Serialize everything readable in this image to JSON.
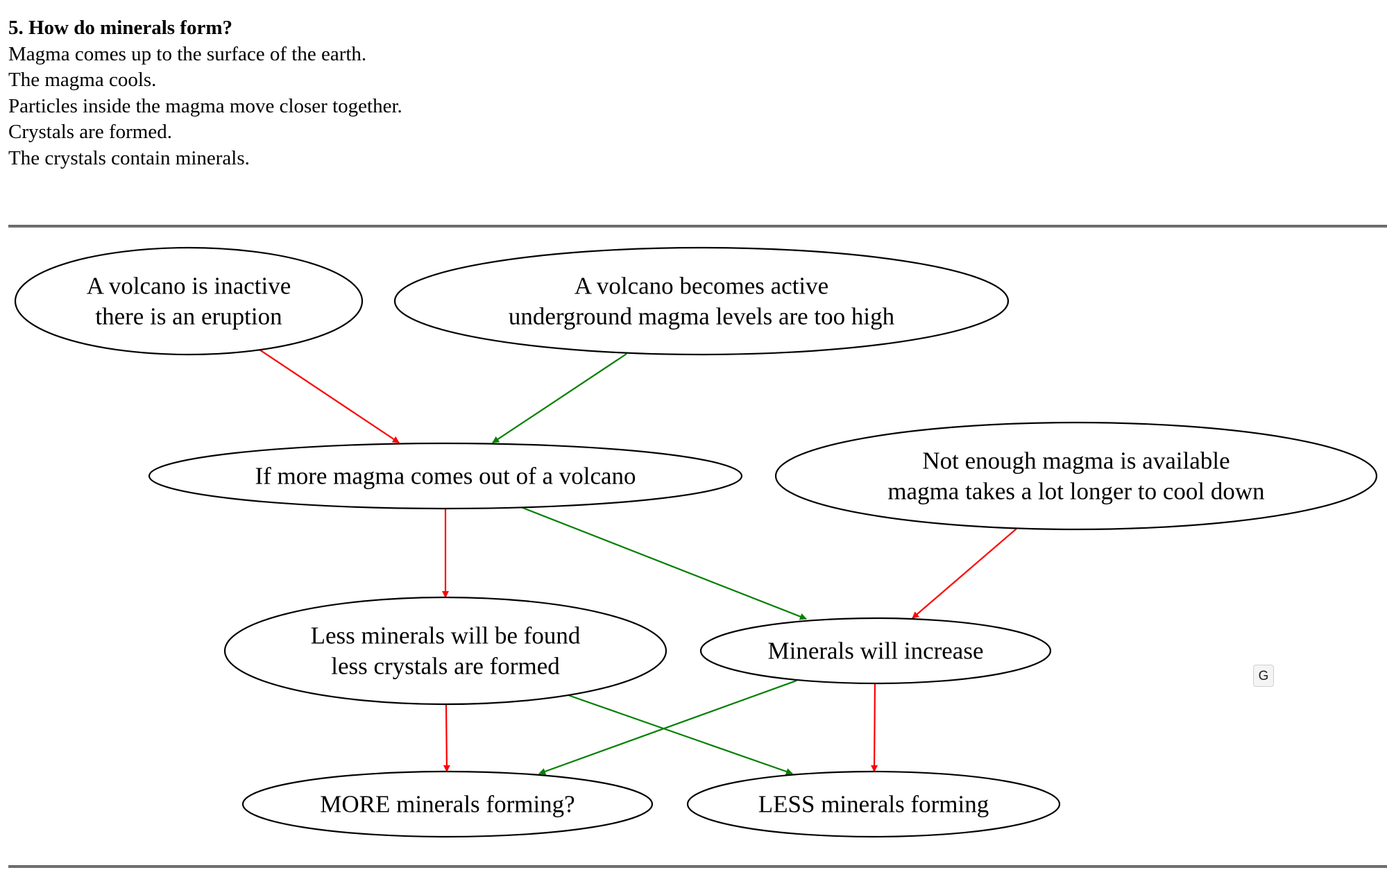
{
  "question": {
    "title": "5. How do minerals form?",
    "lines": [
      "Magma comes up to the surface of the earth.",
      "The magma cools.",
      "Particles inside the magma move closer together.",
      "Crystals are formed.",
      "The crystals contain minerals."
    ]
  },
  "colors": {
    "positive_edge": "#008000",
    "negative_edge": "#ff0000",
    "rule": "#707070"
  },
  "diagram": {
    "nodes": [
      {
        "id": "inactive",
        "lines": [
          "A volcano is inactive",
          "there is an eruption"
        ]
      },
      {
        "id": "active",
        "lines": [
          "A volcano becomes active",
          "underground magma levels are too high"
        ]
      },
      {
        "id": "more_magma",
        "lines": [
          "If more magma comes out of a volcano"
        ]
      },
      {
        "id": "not_enough",
        "lines": [
          "Not enough magma is available",
          "magma takes a lot longer to cool down"
        ]
      },
      {
        "id": "less_found",
        "lines": [
          "Less minerals will be found",
          "less crystals are formed"
        ]
      },
      {
        "id": "increase",
        "lines": [
          "Minerals will increase"
        ]
      },
      {
        "id": "more_forming",
        "lines": [
          "MORE minerals forming?"
        ]
      },
      {
        "id": "less_forming",
        "lines": [
          "LESS minerals forming"
        ]
      }
    ],
    "edges": [
      {
        "from": "inactive",
        "to": "more_magma",
        "polarity": "negative"
      },
      {
        "from": "active",
        "to": "more_magma",
        "polarity": "positive"
      },
      {
        "from": "more_magma",
        "to": "less_found",
        "polarity": "negative"
      },
      {
        "from": "more_magma",
        "to": "increase",
        "polarity": "positive"
      },
      {
        "from": "not_enough",
        "to": "increase",
        "polarity": "negative"
      },
      {
        "from": "less_found",
        "to": "more_forming",
        "polarity": "negative"
      },
      {
        "from": "less_found",
        "to": "less_forming",
        "polarity": "positive"
      },
      {
        "from": "increase",
        "to": "more_forming",
        "polarity": "positive"
      },
      {
        "from": "increase",
        "to": "less_forming",
        "polarity": "negative"
      }
    ]
  },
  "g_button": {
    "label": "G"
  }
}
